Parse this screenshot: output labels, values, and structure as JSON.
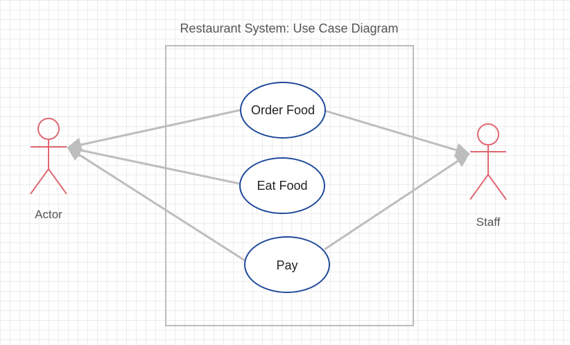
{
  "diagram": {
    "title": "Restaurant  System: Use Case Diagram",
    "actors": [
      {
        "id": "actor",
        "label": "Actor"
      },
      {
        "id": "staff",
        "label": "Staff"
      }
    ],
    "use_cases": [
      {
        "id": "order",
        "label": "Order Food"
      },
      {
        "id": "eat",
        "label": "Eat Food"
      },
      {
        "id": "pay",
        "label": "Pay"
      }
    ],
    "associations": [
      {
        "from": "order",
        "to": "actor"
      },
      {
        "from": "eat",
        "to": "actor"
      },
      {
        "from": "pay",
        "to": "actor"
      },
      {
        "from": "order",
        "to": "staff"
      },
      {
        "from": "pay",
        "to": "staff"
      }
    ]
  },
  "colors": {
    "actor_stroke": "#e06772",
    "usecase_stroke": "#1f4a9a",
    "boundary_stroke": "#bbbbbb",
    "connector": "#bdbdbd",
    "label_text": "#555555"
  }
}
